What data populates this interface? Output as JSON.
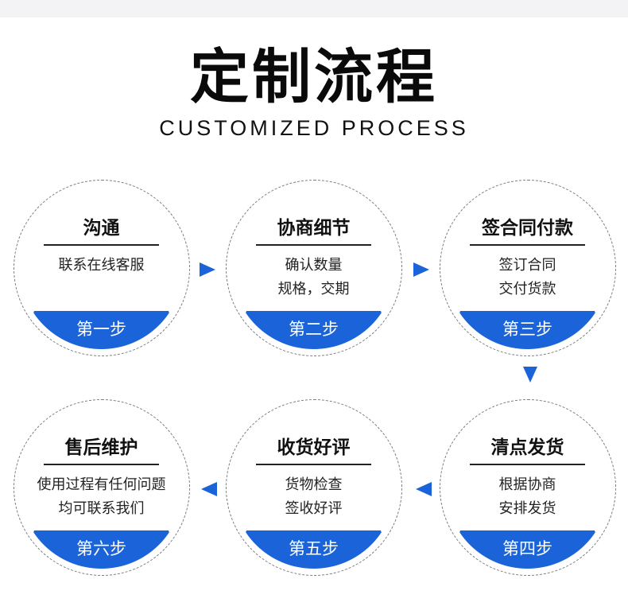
{
  "header": {
    "title": "定制流程",
    "subtitle": "CUSTOMIZED PROCESS"
  },
  "steps": [
    {
      "heading": "沟通",
      "lines": [
        "联系在线客服"
      ],
      "badge": "第一步"
    },
    {
      "heading": "协商细节",
      "lines": [
        "确认数量",
        "规格，交期"
      ],
      "badge": "第二步"
    },
    {
      "heading": "签合同付款",
      "lines": [
        "签订合同",
        "交付货款"
      ],
      "badge": "第三步"
    },
    {
      "heading": "清点发货",
      "lines": [
        "根据协商",
        "安排发货"
      ],
      "badge": "第四步"
    },
    {
      "heading": "收货好评",
      "lines": [
        "货物检查",
        "签收好评"
      ],
      "badge": "第五步"
    },
    {
      "heading": "售后维护",
      "lines": [
        "使用过程有任何问题",
        "均可联系我们"
      ],
      "badge": "第六步"
    }
  ],
  "colors": {
    "accent": "#1a63d8",
    "border": "#7a7a7a",
    "text": "#111111"
  }
}
